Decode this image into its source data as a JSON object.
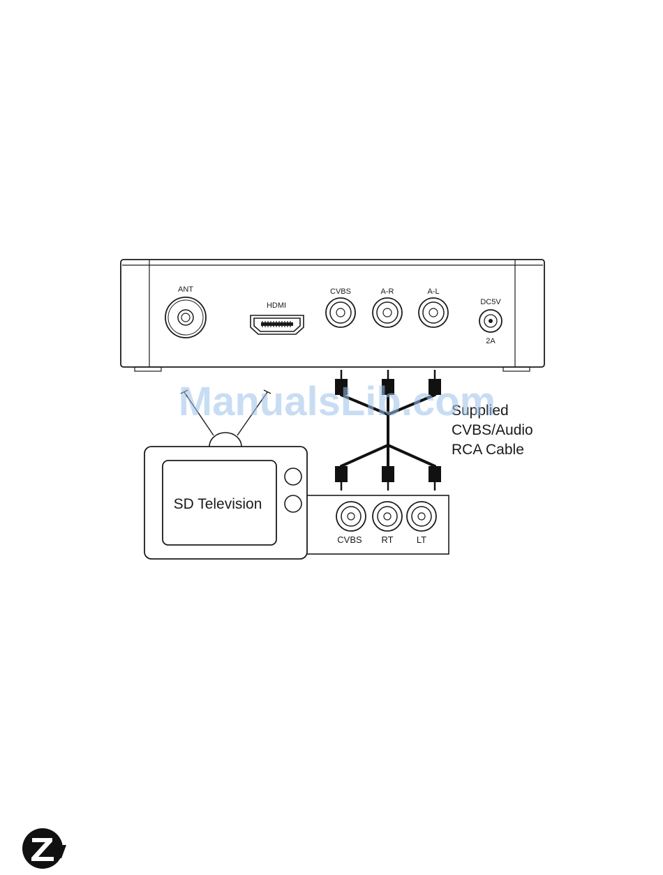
{
  "receiver": {
    "ports": {
      "ant": "ANT",
      "hdmi": "HDMI",
      "cvbs": "CVBS",
      "ar": "A-R",
      "al": "A-L",
      "dc": "DC5V",
      "dc_current": "2A"
    }
  },
  "cable": {
    "label_line1": "Supplied",
    "label_line2": "CVBS/Audio",
    "label_line3": "RCA Cable"
  },
  "television": {
    "title": "SD Television",
    "ports": {
      "cvbs": "CVBS",
      "rt": "RT",
      "lt": "LT"
    }
  },
  "watermark": "ManualsLib.com",
  "logo": {
    "text": "Zv"
  }
}
